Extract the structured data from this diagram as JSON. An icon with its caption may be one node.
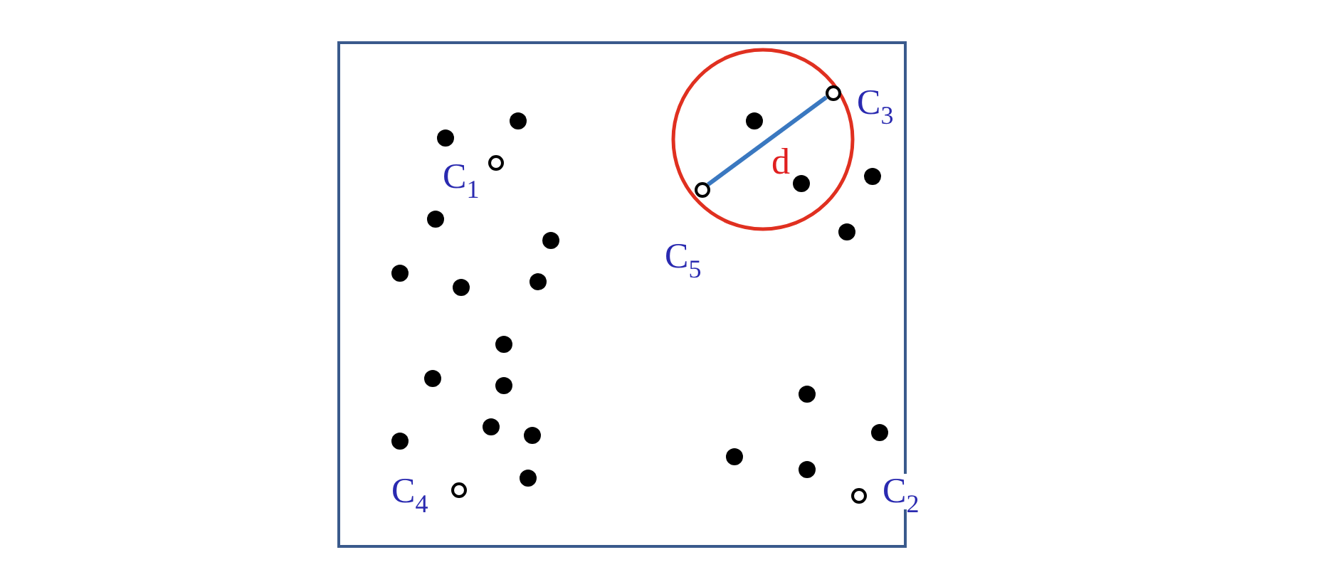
{
  "diagram": {
    "nodes": [
      {
        "text": [],
        "shape": "circle",
        "beside": [
          "C$_{3}$"
        ]
      },
      {
        "text": [],
        "shape": "circle",
        "beside": [
          "C$_{1}$"
        ]
      },
      {
        "text": [],
        "shape": "circle",
        "beside": [
          "C$_{5}$"
        ]
      },
      {
        "text": [],
        "shape": "circle",
        "beside": [
          "C$_{4}$"
        ]
      },
      {
        "text": [],
        "shape": "circle",
        "beside": [
          "C$_{2}$"
        ]
      }
    ],
    "edges": [
      {
        "from": 2,
        "to": 0,
        "arrow": "none",
        "label": "d"
      }
    ]
  }
}
